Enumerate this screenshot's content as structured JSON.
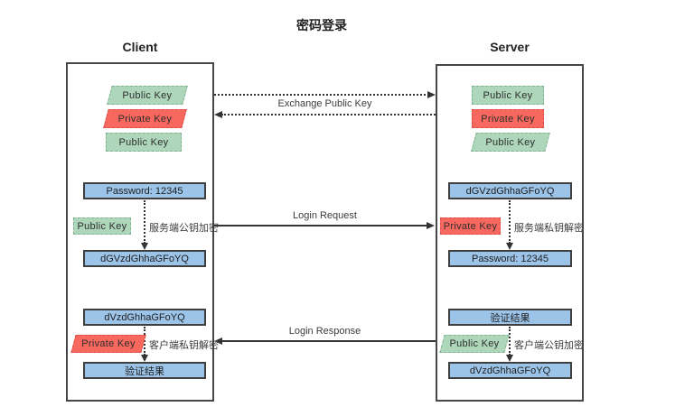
{
  "title": "密码登录",
  "client": {
    "label": "Client",
    "keys": [
      {
        "label": "Public Key",
        "shape": "parallelogram",
        "variant": "green"
      },
      {
        "label": "Private Key",
        "shape": "parallelogram",
        "variant": "red"
      },
      {
        "label": "Public Key",
        "shape": "rect",
        "variant": "green"
      }
    ],
    "password_box": "Password: 12345",
    "encrypt_key_label": "Public Key",
    "encrypt_note": "服务端公钥加密",
    "encrypted_box": "dGVzdGhhaGFoYQ",
    "response_box": "dVzdGhhaGFoYQ",
    "decrypt_key_label": "Private Key",
    "decrypt_note": "客户端私钥解密",
    "result_box": "验证结果"
  },
  "server": {
    "label": "Server",
    "keys": [
      {
        "label": "Public Key",
        "shape": "rect",
        "variant": "green"
      },
      {
        "label": "Private Key",
        "shape": "rect",
        "variant": "red"
      },
      {
        "label": "Public Key",
        "shape": "parallelogram",
        "variant": "green"
      }
    ],
    "received_box": "dGVzdGhhaGFoYQ",
    "decrypt_key_label": "Private Key",
    "decrypt_note": "服务端私钥解密",
    "password_box": "Password: 12345",
    "result_box": "验证结果",
    "encrypt_key_label": "Public Key",
    "encrypt_note": "客户端公钥加密",
    "encrypted_box": "dVzdGhhaGFoYQ"
  },
  "messages": {
    "exchange": "Exchange Public Key",
    "login_request": "Login Request",
    "login_response": "Login Response"
  },
  "colors": {
    "public_key_fill": "#aed6ba",
    "public_key_border": "#7fb290",
    "private_key_fill": "#f9685f",
    "private_key_border": "#d94a45",
    "data_box_fill": "#9cc3e8",
    "data_box_border": "#3f3f3f",
    "container_border": "#474747",
    "arrow": "#333333"
  }
}
